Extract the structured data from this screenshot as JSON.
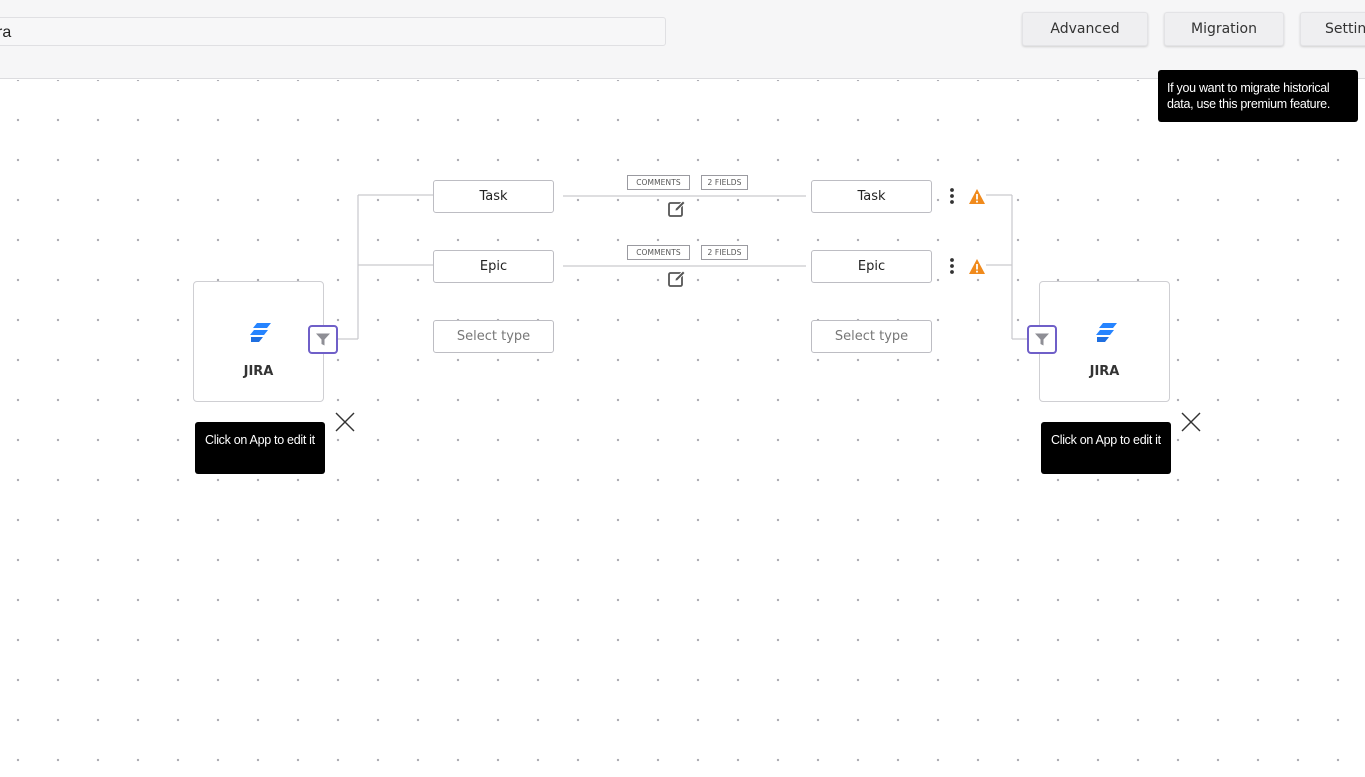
{
  "header": {
    "connection_name_value": "ra",
    "buttons": {
      "advanced": "Advanced",
      "migration": "Migration",
      "settings": "Settings"
    }
  },
  "tooltips": {
    "migration": "If you want to migrate historical data, use this premium feature.",
    "left_app": "Click on App to edit it",
    "right_app": "Click on App to edit it"
  },
  "apps": {
    "left": {
      "name": "JIRA",
      "icon": "jira-icon"
    },
    "right": {
      "name": "JIRA",
      "icon": "jira-icon"
    }
  },
  "mappings": [
    {
      "source_type": "Task",
      "target_type": "Task",
      "tags": [
        "COMMENTS",
        "2 FIELDS"
      ],
      "has_warning": true
    },
    {
      "source_type": "Epic",
      "target_type": "Epic",
      "tags": [
        "COMMENTS",
        "2 FIELDS"
      ],
      "has_warning": true
    }
  ],
  "select_type": {
    "left": "Select type",
    "right": "Select type"
  },
  "colors": {
    "accent": "#6f5fc8",
    "warning": "#f08a1c",
    "jira_blue": "#2684ff",
    "tooltip_bg": "#000000"
  }
}
